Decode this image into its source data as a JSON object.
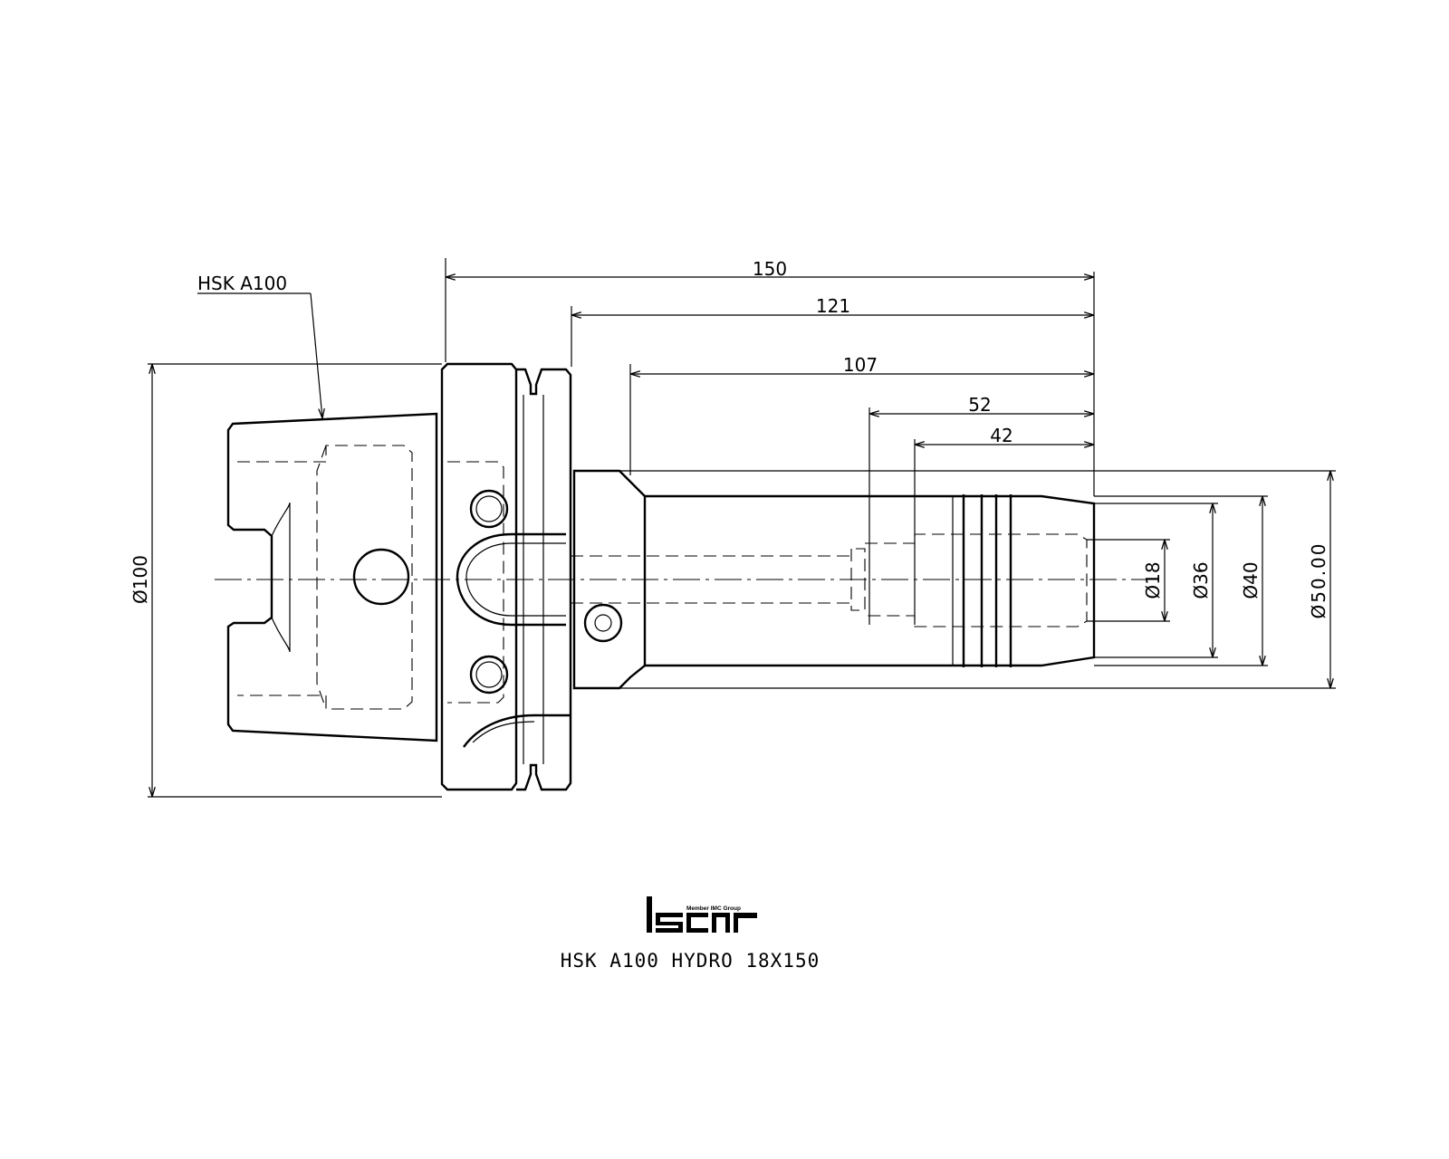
{
  "callout": {
    "interface_label": "HSK A100"
  },
  "dimensions": {
    "overall_length": "150",
    "length_121": "121",
    "length_107": "107",
    "length_52": "52",
    "length_42": "42",
    "flange_diameter": "Ø100",
    "bore_diameter": "Ø18",
    "inner_diameter": "Ø36",
    "nose_diameter": "Ø40",
    "body_diameter": "Ø50.00"
  },
  "logo": {
    "member_text": "Member IMC Group",
    "brand": "iscar"
  },
  "title": {
    "part_name": "HSK A100 HYDRO 18X150"
  }
}
